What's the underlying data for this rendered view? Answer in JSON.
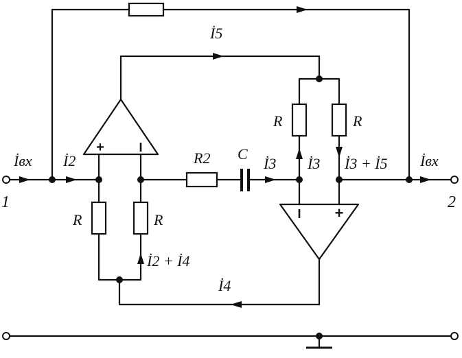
{
  "diagram": {
    "terminal_left": "1",
    "terminal_right": "2",
    "labels": {
      "i_in_left": "İвх",
      "i2": "İ2",
      "i5": "İ5",
      "R_left_a": "R",
      "R_left_b": "R",
      "i2_plus_i4": "İ2 + İ4",
      "i4": "İ4",
      "R2": "R2",
      "C": "C",
      "i3_series": "İ3",
      "R_right_a": "R",
      "R_right_b": "R",
      "i3_up": "İ3",
      "i3_plus_i5": "İ3 + İ5",
      "i_in_right": "İвх"
    },
    "opamp_signs": {
      "left_plus": "+",
      "left_minus": "I",
      "right_minus": "I",
      "right_plus": "+"
    }
  }
}
